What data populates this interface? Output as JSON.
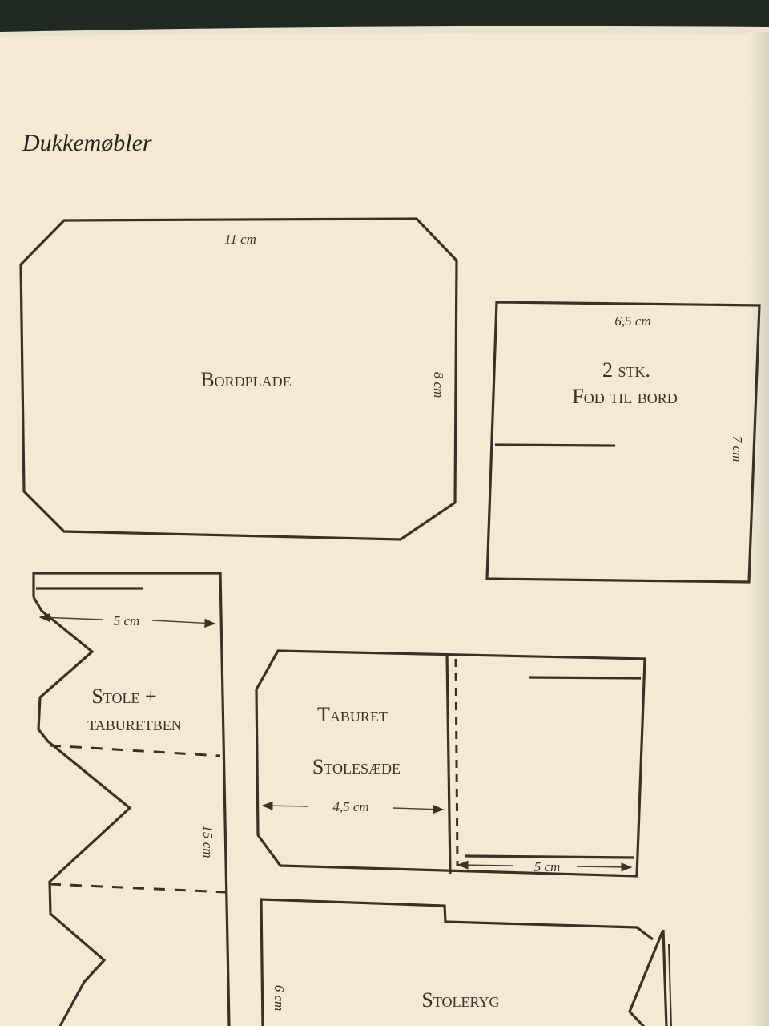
{
  "page": {
    "title": "Dukkemøbler",
    "colors": {
      "paper": "#f4ead3",
      "ink": "#3a3026"
    }
  },
  "pieces": {
    "bordplade": {
      "label": "Bordplade",
      "width": "11 cm",
      "height": "8 cm"
    },
    "fod_til_bord": {
      "label_count": "2 stk.",
      "label": "Fod til bord",
      "width": "6,5 cm",
      "height": "7 cm"
    },
    "stole_taburetben": {
      "label_line1": "Stole +",
      "label_line2": "taburetben",
      "width": "5 cm",
      "height": "15 cm"
    },
    "taburet": {
      "label_line1": "Taburet",
      "label_line2": "Stolesæde",
      "width_left": "4,5 cm",
      "width_right": "5 cm"
    },
    "stoleryg": {
      "label": "Stoleryg",
      "height": "6 cm"
    }
  }
}
